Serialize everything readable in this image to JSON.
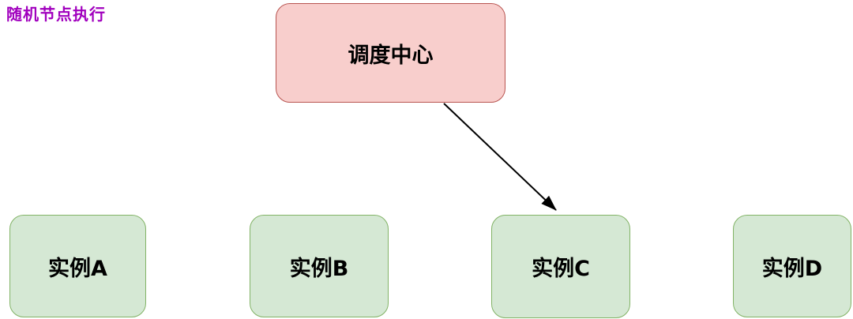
{
  "annotation": {
    "label": "随机节点执行",
    "color": "#A100BE"
  },
  "diagram": {
    "nodes": [
      {
        "id": "scheduler",
        "label": "调度中心",
        "fill": "#F8CECC",
        "stroke": "#B85450"
      },
      {
        "id": "instance-a",
        "label": "实例A",
        "fill": "#D5E8D4",
        "stroke": "#82B366"
      },
      {
        "id": "instance-b",
        "label": "实例B",
        "fill": "#D5E8D4",
        "stroke": "#82B366"
      },
      {
        "id": "instance-c",
        "label": "实例C",
        "fill": "#D5E8D4",
        "stroke": "#82B366"
      },
      {
        "id": "instance-d",
        "label": "实例D",
        "fill": "#D5E8D4",
        "stroke": "#82B366"
      }
    ],
    "edges": [
      {
        "from": "scheduler",
        "to": "instance-c",
        "color": "#000000",
        "style": "solid-arrow"
      }
    ]
  }
}
